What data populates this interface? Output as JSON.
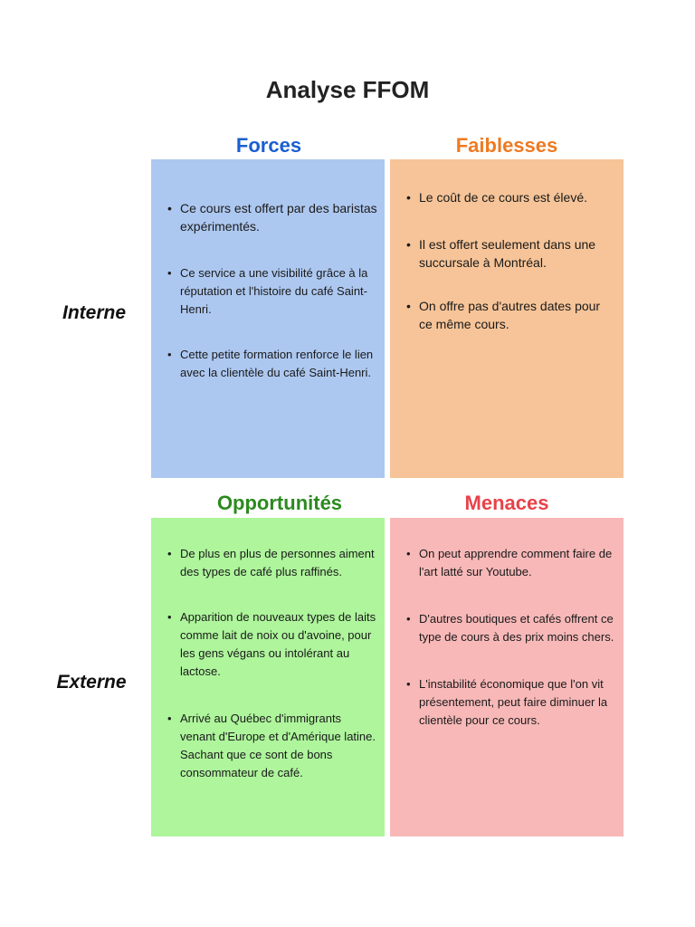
{
  "title": "Analyse FFOM",
  "rows": {
    "internal": "Interne",
    "external": "Externe"
  },
  "quadrants": {
    "forces": {
      "heading": "Forces",
      "heading_color": "#1a5fd1",
      "bg_color": "#adc8f0",
      "items": [
        "Ce cours est offert par des baristas expérimentés.",
        "Ce service a une visibilité grâce à la réputation et l'histoire du café Saint-Henri.",
        "Cette petite formation renforce le lien avec la clientèle du café Saint-Henri."
      ]
    },
    "faiblesses": {
      "heading": "Faiblesses",
      "heading_color": "#ee7a22",
      "bg_color": "#f6c498",
      "items": [
        "Le coût de ce cours est élevé.",
        "Il est offert seulement dans une succursale à Montréal.",
        "On offre pas d'autres dates pour ce même cours."
      ]
    },
    "opportunites": {
      "heading": "Opportunités",
      "heading_color": "#2c8a1f",
      "bg_color": "#aef59c",
      "items": [
        "De plus en plus de personnes aiment des types de café plus raffinés.",
        "Apparition de nouveaux types de laits comme lait de noix ou d'avoine, pour les gens végans ou intolérant au lactose.",
        "Arrivé au Québec d'immigrants venant d'Europe et d'Amérique latine. Sachant que ce sont de bons consommateur de café."
      ]
    },
    "menaces": {
      "heading": "Menaces",
      "heading_color": "#e8424a",
      "bg_color": "#f8b8b8",
      "items": [
        "On peut apprendre comment faire de l'art latté sur Youtube.",
        "D'autres boutiques et cafés offrent ce type de cours à des prix moins chers.",
        "L'instabilité économique que l'on vit présentement, peut faire diminuer la clientèle pour ce cours."
      ]
    }
  }
}
